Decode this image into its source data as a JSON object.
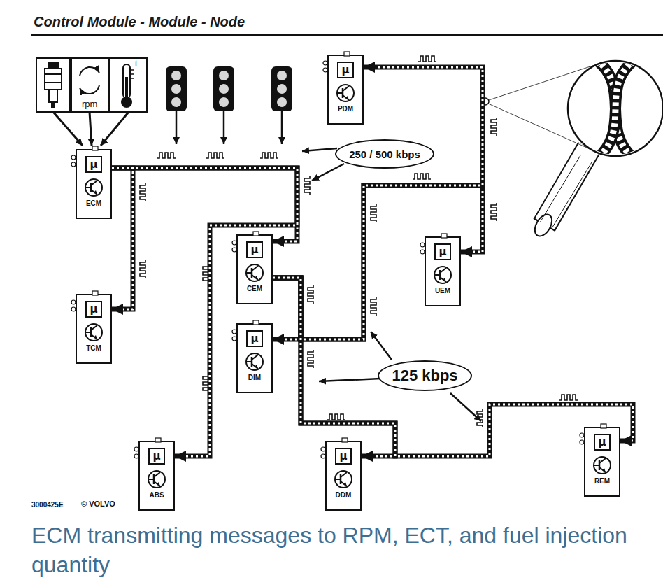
{
  "diagram": {
    "title": "Control Module - Module - Node",
    "caption": "ECM transmitting messages to RPM, ECT, and fuel injection quantity",
    "nodes": [
      {
        "text": [
          "μ",
          "ECM"
        ]
      },
      {
        "text": [
          "μ",
          "TCM"
        ]
      },
      {
        "text": [
          "μ",
          "CEM"
        ]
      },
      {
        "text": [
          "μ",
          "DIM"
        ]
      },
      {
        "text": [
          "μ",
          "ABS"
        ]
      },
      {
        "text": [
          "μ",
          "DDM"
        ]
      },
      {
        "text": [
          "μ",
          "REM"
        ]
      },
      {
        "text": [
          "μ",
          "UEM"
        ]
      },
      {
        "text": [
          "μ",
          "PDM"
        ]
      },
      {
        "text": [
          "250 / 500 kbps"
        ]
      },
      {
        "text": [
          "125 kbps"
        ]
      }
    ],
    "edges": [
      {
        "from": 0,
        "to": 1,
        "arrow": "to"
      },
      {
        "from": 0,
        "to": 2,
        "arrow": "to"
      },
      {
        "from": 0,
        "to": 4,
        "arrow": "to"
      },
      {
        "from": 2,
        "to": 3,
        "arrow": "to"
      },
      {
        "from": 2,
        "to": 7,
        "arrow": "to"
      },
      {
        "from": 2,
        "to": 8,
        "arrow": "to"
      },
      {
        "from": 2,
        "to": 5,
        "arrow": "to"
      },
      {
        "from": 2,
        "to": 6,
        "arrow": "to"
      }
    ],
    "labels": [
      "rpm",
      "t",
      "3000425E",
      "© VOLVO"
    ]
  }
}
